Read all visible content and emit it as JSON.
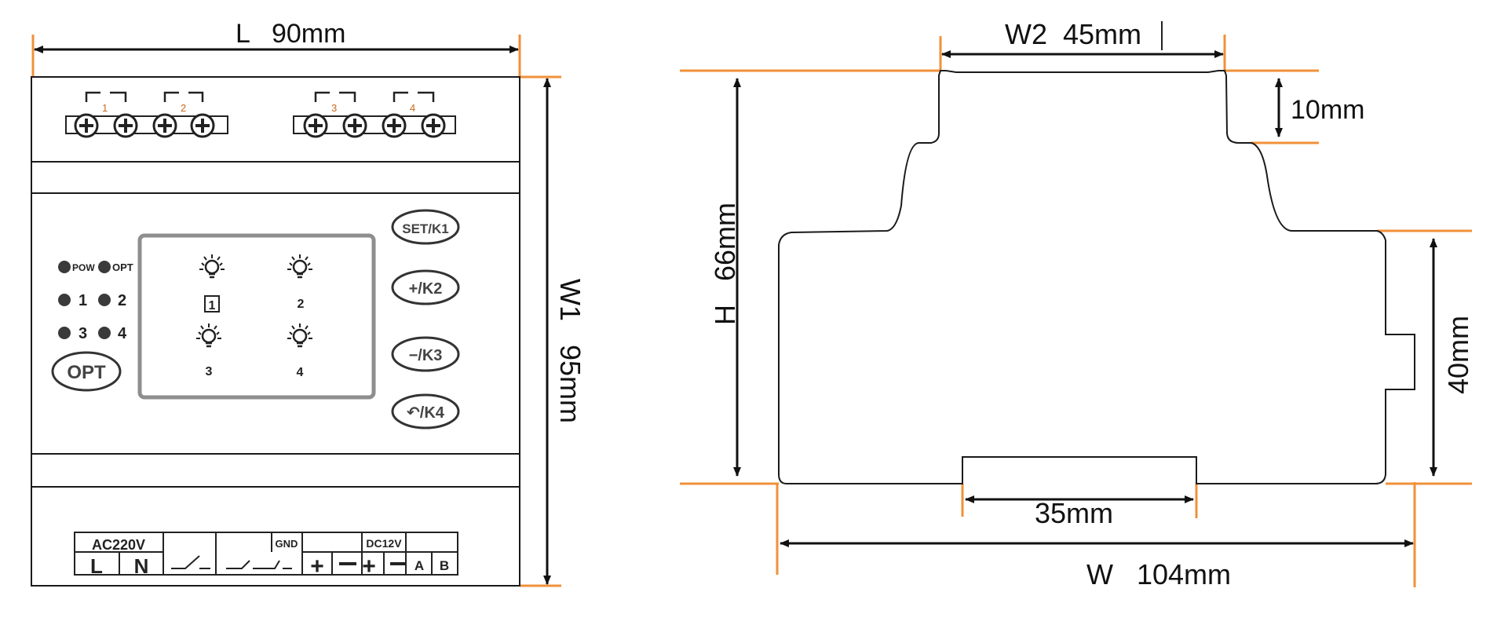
{
  "front_view": {
    "width_dim": "L   90mm",
    "height_dim": "W1   95mm",
    "terminal_numbers": [
      "1",
      "2",
      "3",
      "4"
    ],
    "leds": {
      "pow": "POW",
      "opt": "OPT",
      "ch1": "1",
      "ch2": "2",
      "ch3": "3",
      "ch4": "4"
    },
    "opt_button": "OPT",
    "display_numbers": [
      "1",
      "2",
      "3",
      "4"
    ],
    "buttons": [
      "SET/K1",
      "+/K2",
      "−/K3",
      "↶/K4"
    ],
    "bottom_labels": {
      "ac": "AC220V",
      "l": "L",
      "n": "N",
      "gnd": "GND",
      "dc": "DC12V",
      "a": "A",
      "b": "B"
    }
  },
  "side_view": {
    "w2_dim": "W2  45mm",
    "top_step_dim": "10mm",
    "h_dim": "H   66mm",
    "right_dim": "40mm",
    "rail_dim": "35mm",
    "w_dim": "W   104mm"
  },
  "colors": {
    "extension_line": "#f0913a",
    "outline": "#1a1a1a",
    "display_frame": "#8e8e8e",
    "led": "#3a3a3a"
  }
}
